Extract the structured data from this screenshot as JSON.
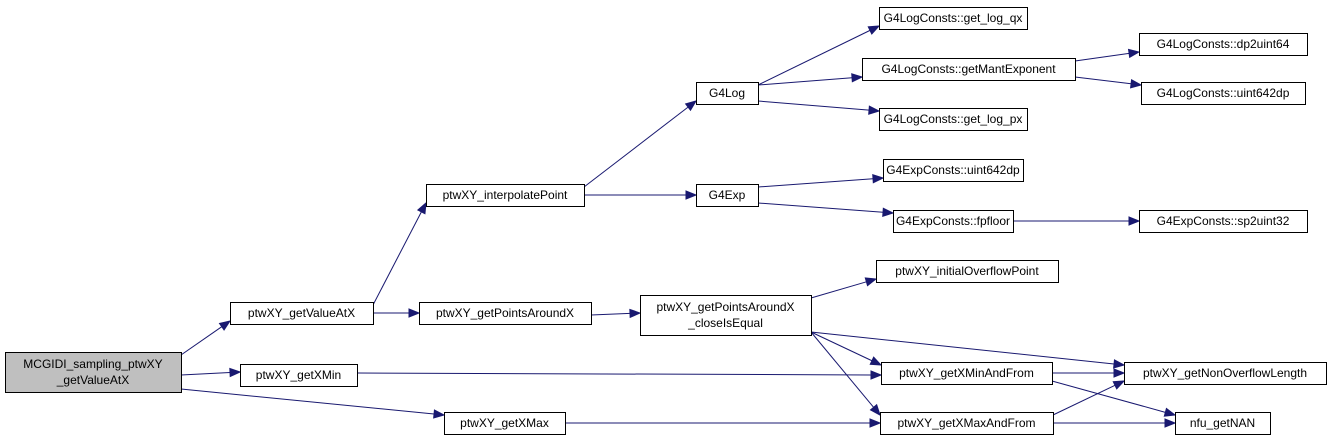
{
  "graph": {
    "nodes": [
      {
        "id": "root",
        "lines": [
          "MCGIDI_sampling_ptwXY",
          "_getValueAtX"
        ],
        "root": true
      },
      {
        "id": "getValueAtX",
        "lines": [
          "ptwXY_getValueAtX"
        ]
      },
      {
        "id": "getXMin",
        "lines": [
          "ptwXY_getXMin"
        ]
      },
      {
        "id": "getXMax",
        "lines": [
          "ptwXY_getXMax"
        ]
      },
      {
        "id": "interpolatePoint",
        "lines": [
          "ptwXY_interpolatePoint"
        ]
      },
      {
        "id": "getPointsAroundX",
        "lines": [
          "ptwXY_getPointsAroundX"
        ]
      },
      {
        "id": "closeIsEqual",
        "lines": [
          "ptwXY_getPointsAroundX",
          "_closeIsEqual"
        ]
      },
      {
        "id": "g4log",
        "lines": [
          "G4Log"
        ]
      },
      {
        "id": "g4exp",
        "lines": [
          "G4Exp"
        ]
      },
      {
        "id": "get_log_qx",
        "lines": [
          "G4LogConsts::get_log_qx"
        ]
      },
      {
        "id": "getMantExponent",
        "lines": [
          "G4LogConsts::getMantExponent"
        ]
      },
      {
        "id": "get_log_px",
        "lines": [
          "G4LogConsts::get_log_px"
        ]
      },
      {
        "id": "dp2uint64",
        "lines": [
          "G4LogConsts::dp2uint64"
        ]
      },
      {
        "id": "uint642dp_log",
        "lines": [
          "G4LogConsts::uint642dp"
        ]
      },
      {
        "id": "uint642dp_exp",
        "lines": [
          "G4ExpConsts::uint642dp"
        ]
      },
      {
        "id": "fpfloor",
        "lines": [
          "G4ExpConsts::fpfloor"
        ]
      },
      {
        "id": "sp2uint32",
        "lines": [
          "G4ExpConsts::sp2uint32"
        ]
      },
      {
        "id": "initialOverflowPoint",
        "lines": [
          "ptwXY_initialOverflowPoint"
        ]
      },
      {
        "id": "getXMinAndFrom",
        "lines": [
          "ptwXY_getXMinAndFrom"
        ]
      },
      {
        "id": "getXMaxAndFrom",
        "lines": [
          "ptwXY_getXMaxAndFrom"
        ]
      },
      {
        "id": "getNonOverflowLength",
        "lines": [
          "ptwXY_getNonOverflowLength"
        ]
      },
      {
        "id": "nfu_getNAN",
        "lines": [
          "nfu_getNAN"
        ]
      }
    ],
    "edges": [
      {
        "from": "root",
        "to": "getValueAtX"
      },
      {
        "from": "root",
        "to": "getXMin"
      },
      {
        "from": "root",
        "to": "getXMax"
      },
      {
        "from": "getValueAtX",
        "to": "interpolatePoint"
      },
      {
        "from": "getValueAtX",
        "to": "getPointsAroundX"
      },
      {
        "from": "interpolatePoint",
        "to": "g4log"
      },
      {
        "from": "interpolatePoint",
        "to": "g4exp"
      },
      {
        "from": "g4log",
        "to": "get_log_qx"
      },
      {
        "from": "g4log",
        "to": "getMantExponent"
      },
      {
        "from": "g4log",
        "to": "get_log_px"
      },
      {
        "from": "getMantExponent",
        "to": "dp2uint64"
      },
      {
        "from": "getMantExponent",
        "to": "uint642dp_log"
      },
      {
        "from": "g4exp",
        "to": "uint642dp_exp"
      },
      {
        "from": "g4exp",
        "to": "fpfloor"
      },
      {
        "from": "fpfloor",
        "to": "sp2uint32"
      },
      {
        "from": "getPointsAroundX",
        "to": "closeIsEqual"
      },
      {
        "from": "closeIsEqual",
        "to": "initialOverflowPoint"
      },
      {
        "from": "closeIsEqual",
        "to": "getXMinAndFrom"
      },
      {
        "from": "closeIsEqual",
        "to": "getXMaxAndFrom"
      },
      {
        "from": "closeIsEqual",
        "to": "getNonOverflowLength"
      },
      {
        "from": "getXMin",
        "to": "getXMinAndFrom"
      },
      {
        "from": "getXMax",
        "to": "getXMaxAndFrom"
      },
      {
        "from": "getXMinAndFrom",
        "to": "getNonOverflowLength"
      },
      {
        "from": "getXMinAndFrom",
        "to": "nfu_getNAN"
      },
      {
        "from": "getXMaxAndFrom",
        "to": "getNonOverflowLength"
      },
      {
        "from": "getXMaxAndFrom",
        "to": "nfu_getNAN"
      }
    ]
  },
  "colors": {
    "edge": "#191970",
    "node_border": "#000000",
    "node_fill": "#ffffff",
    "root_fill": "#bfbfbf"
  }
}
